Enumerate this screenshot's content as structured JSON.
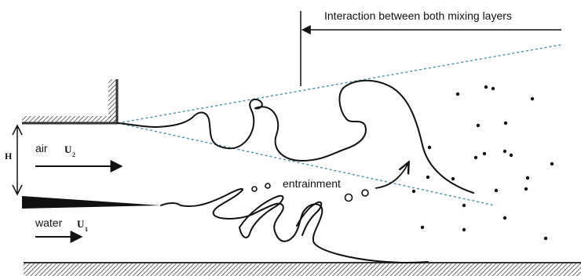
{
  "labels": {
    "interaction": "Interaction between both mixing layers",
    "air": "air",
    "air_symbol": "U",
    "air_sub": "2",
    "water": "water",
    "water_symbol": "U",
    "water_sub": "1",
    "height": "H",
    "entrainment": "entrainment"
  },
  "colors": {
    "stroke": "#111111",
    "dashed_boundary": "#4a8fa3",
    "hatch": "#444444"
  }
}
